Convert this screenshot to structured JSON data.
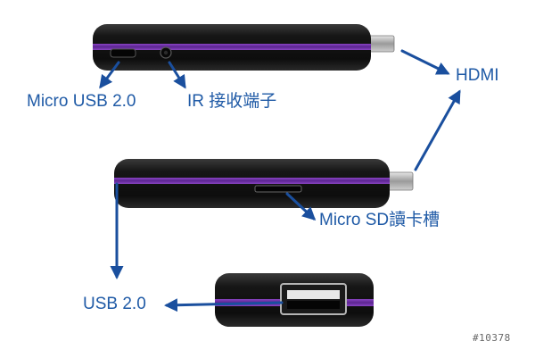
{
  "labels": {
    "micro_usb": "Micro USB 2.0",
    "ir": "IR 接收端子",
    "hdmi": "HDMI",
    "micro_sd": "Micro SD讀卡槽",
    "usb": "USB 2.0"
  },
  "image_id": "#10378",
  "colors": {
    "label_blue": "#1f5aa6",
    "arrow_blue": "#1a4f9e",
    "device_body": "#151515",
    "accent_purple": "#6a2c9c"
  }
}
